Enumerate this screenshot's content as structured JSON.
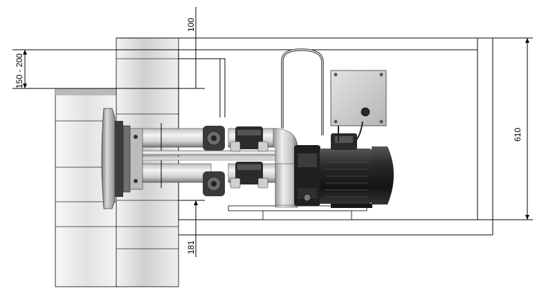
{
  "dimensions": {
    "top_offset": "100",
    "water_level_range": "150 - 200",
    "height": "610",
    "bottom_offset": "181"
  },
  "colors": {
    "line": "#000000",
    "wall_light": "#ececec",
    "wall_mid": "#cfcfcf",
    "pipe_light": "#e6e6e6",
    "pipe_dark": "#6e6e6e",
    "motor_dark": "#1e1e1e",
    "box_gray": "#c8c8c8"
  }
}
